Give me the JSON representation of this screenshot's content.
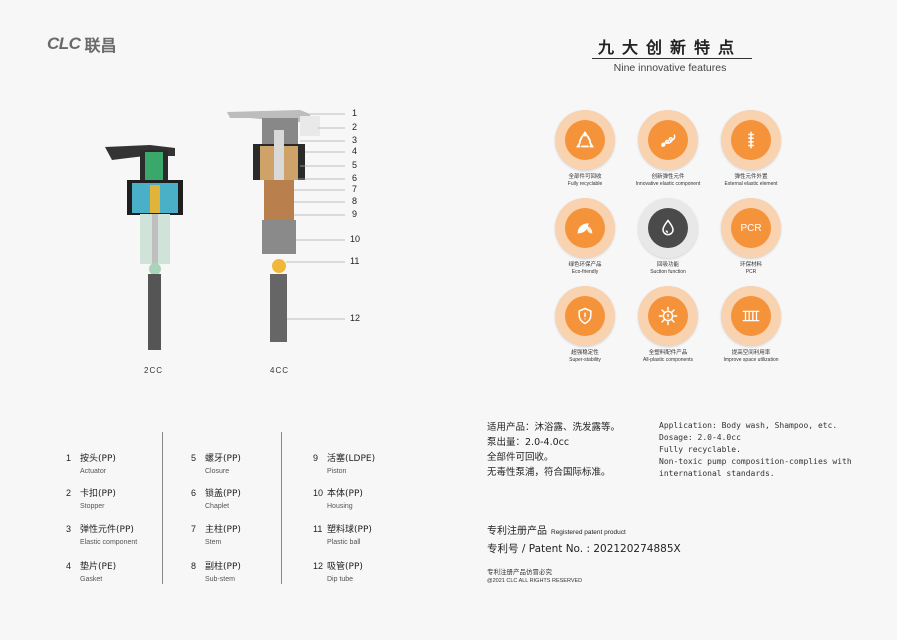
{
  "brand": {
    "mark": "CLC",
    "name_cn": "联昌"
  },
  "features": {
    "title": "九大创新特点",
    "subtitle": "Nine innovative features",
    "items": [
      {
        "cn": "全部件可回收",
        "en": "Fully recyclable",
        "icon": "recycle-icon"
      },
      {
        "cn": "创新弹性元件",
        "en": "Innovative elastic component",
        "icon": "spring-icon"
      },
      {
        "cn": "弹性元件外置",
        "en": "External elastic element",
        "icon": "spring-external-icon"
      },
      {
        "cn": "绿色环保产品",
        "en": "Eco-friendly",
        "icon": "leaf-icon"
      },
      {
        "cn": "回吸功能",
        "en": "Suction function",
        "icon": "drop-icon"
      },
      {
        "cn": "环保材料",
        "en": "PCR",
        "icon_text": "PCR",
        "icon": "pcr-icon"
      },
      {
        "cn": "超强稳定性",
        "en": "Super-stability",
        "icon": "shield-icon"
      },
      {
        "cn": "全塑料配件产品",
        "en": "All-plastic components",
        "icon": "plastic-icon"
      },
      {
        "cn": "提高空间利用率",
        "en": "Improve space utilization",
        "icon": "space-icon"
      }
    ]
  },
  "diagram": {
    "label_2cc": "2CC",
    "label_4cc": "4CC",
    "callouts": [
      "1",
      "2",
      "3",
      "4",
      "5",
      "6",
      "7",
      "8",
      "9",
      "10",
      "11",
      "12"
    ]
  },
  "parts": [
    {
      "num": "1",
      "cn": "按头(PP)",
      "en": "Actuator"
    },
    {
      "num": "2",
      "cn": "卡扣(PP)",
      "en": "Stopper"
    },
    {
      "num": "3",
      "cn": "弹性元件(PP)",
      "en": "Elastic component"
    },
    {
      "num": "4",
      "cn": "垫片(PE)",
      "en": "Gasket"
    },
    {
      "num": "5",
      "cn": "螺牙(PP)",
      "en": "Closure"
    },
    {
      "num": "6",
      "cn": "锁盖(PP)",
      "en": "Chaplet"
    },
    {
      "num": "7",
      "cn": "主柱(PP)",
      "en": "Stem"
    },
    {
      "num": "8",
      "cn": "副柱(PP)",
      "en": "Sub-stem"
    },
    {
      "num": "9",
      "cn": "活塞(LDPE)",
      "en": "Piston"
    },
    {
      "num": "10",
      "cn": "本体(PP)",
      "en": "Housing"
    },
    {
      "num": "11",
      "cn": "塑料球(PP)",
      "en": "Plastic ball"
    },
    {
      "num": "12",
      "cn": "吸管(PP)",
      "en": "Dip tube"
    }
  ],
  "spec_cn": [
    "适用产品：沐浴露、洗发露等。",
    "泵出量：2.0-4.0cc",
    "全部件可回收。",
    "无毒性泵浦，符合国际标准。"
  ],
  "spec_en": [
    "Application: Body wash, Shampoo, etc.",
    "Dosage: 2.0-4.0cc",
    "Fully recyclable.",
    "Non-toxic pump composition-complies with",
    "international standards."
  ],
  "patent": {
    "registered_cn": "专利注册产品",
    "registered_en": "Registered patent product",
    "number": "专利号 / Patent No. : 202120274885X",
    "warning": "专利注册产品仿冒必究",
    "copyright": "@2021 CLC ALL RIGHTS RESERVED"
  },
  "colors": {
    "orange": "#f5933a",
    "orange_light": "#f9d2b0",
    "dark": "#4a4a4a"
  }
}
